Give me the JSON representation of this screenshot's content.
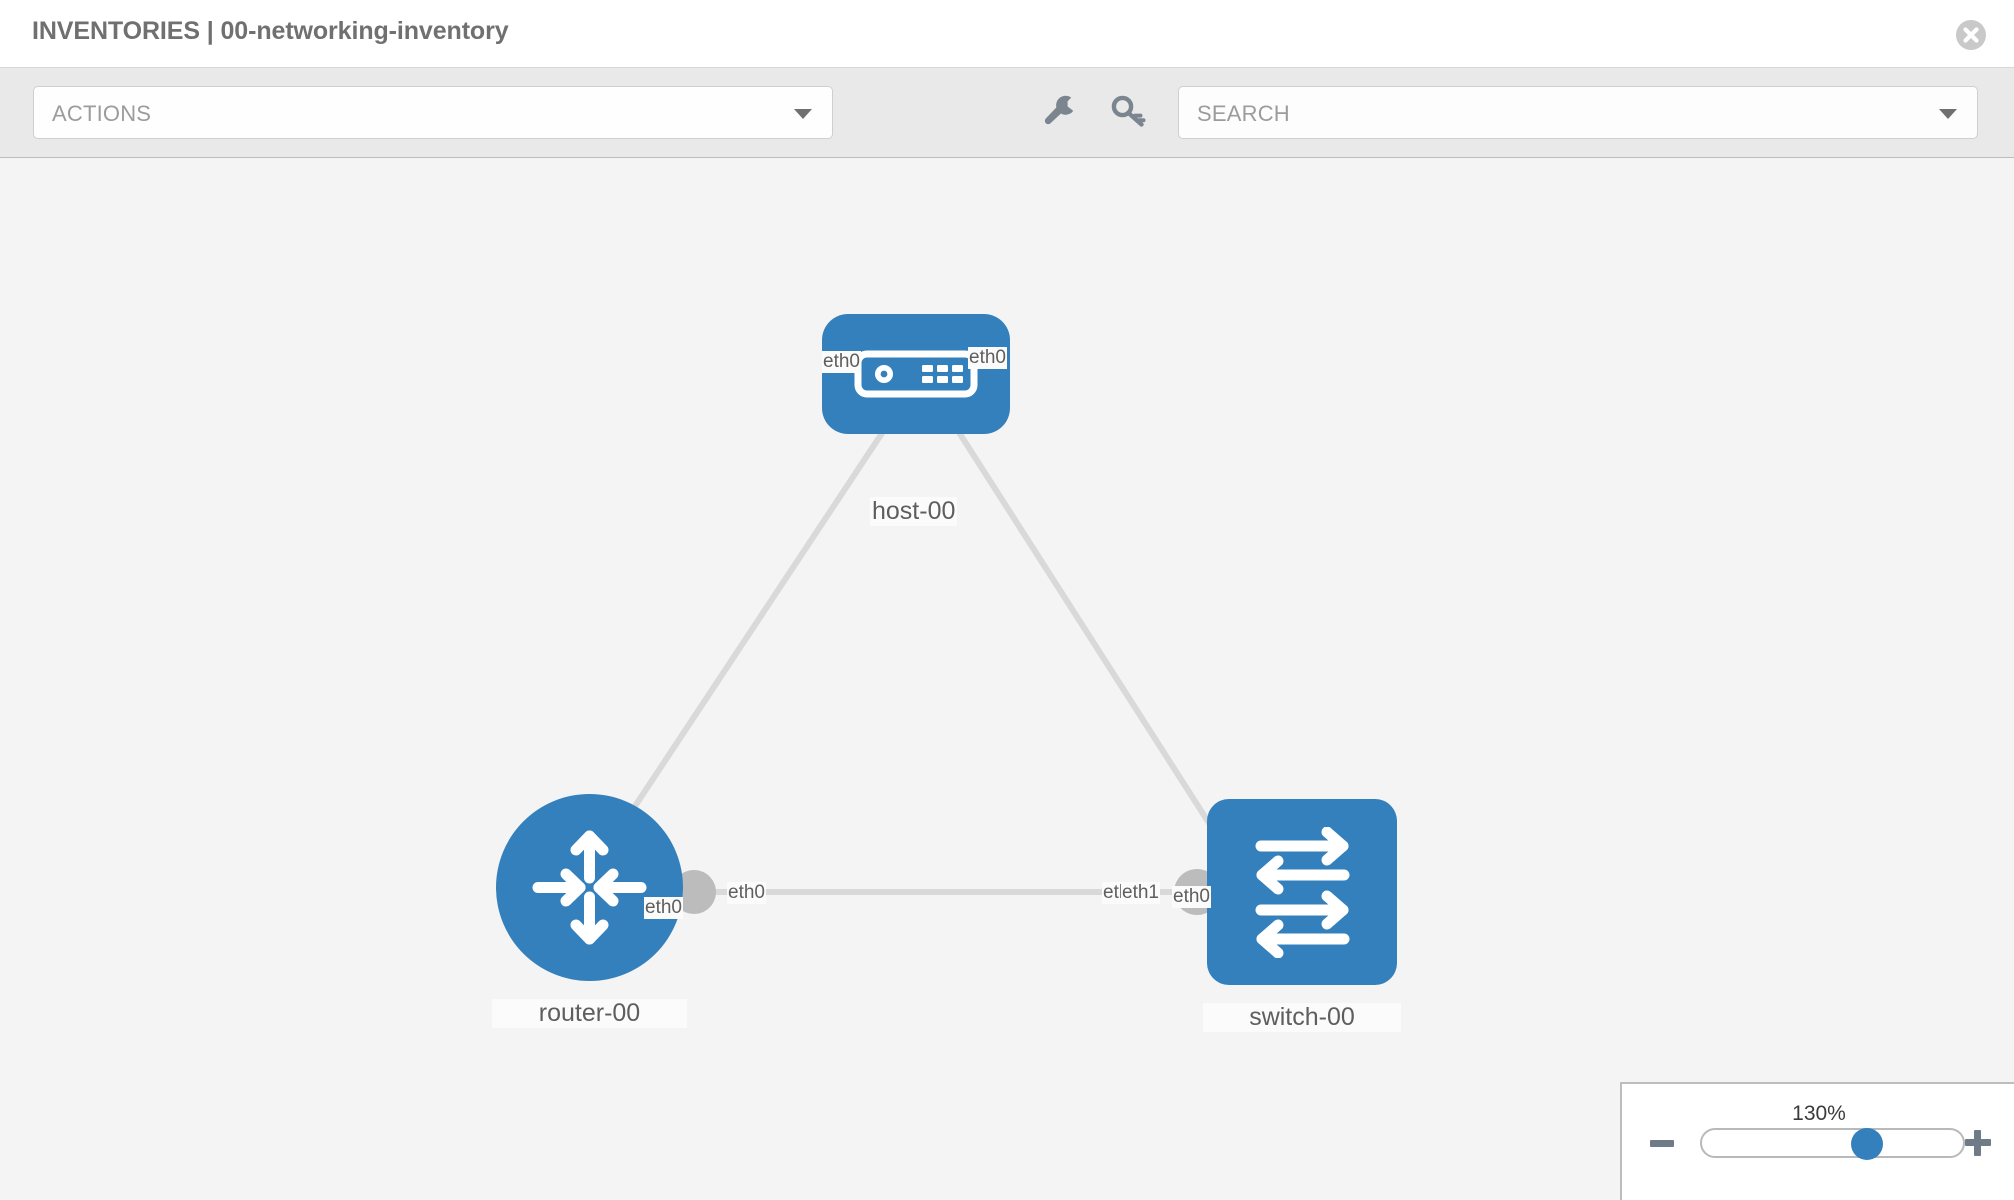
{
  "header": {
    "title": "INVENTORIES | 00-networking-inventory",
    "close_icon": "close-circle-icon"
  },
  "toolbar": {
    "actions_label": "ACTIONS",
    "actions_caret": "chevron-down-icon",
    "wrench_icon": "wrench-icon",
    "key_icon": "key-icon",
    "search_placeholder": "SEARCH",
    "search_caret": "chevron-down-icon"
  },
  "topology": {
    "nodes": [
      {
        "id": "host",
        "label": "host-00",
        "type": "host",
        "shape": "rounded-rect"
      },
      {
        "id": "router",
        "label": "router-00",
        "type": "router",
        "shape": "circle"
      },
      {
        "id": "switch",
        "label": "switch-00",
        "type": "switch",
        "shape": "rounded-sq"
      }
    ],
    "interface_labels": [
      {
        "id": "host-left",
        "text": "eth0"
      },
      {
        "id": "host-right",
        "text": "eth0"
      },
      {
        "id": "router-up",
        "text": "eth0"
      },
      {
        "id": "switch-up",
        "text": "eth0"
      },
      {
        "id": "router-right",
        "text": "eth0"
      },
      {
        "id": "switch-left-a",
        "text": "eth0"
      },
      {
        "id": "switch-left-b",
        "text": "eth1"
      }
    ],
    "links": [
      {
        "from": "host",
        "to": "router",
        "from_iface": "eth0",
        "to_iface": "eth0"
      },
      {
        "from": "host",
        "to": "switch",
        "from_iface": "eth0",
        "to_iface": "eth0"
      },
      {
        "from": "router",
        "to": "switch",
        "from_iface": "eth0",
        "to_iface": "eth1"
      }
    ]
  },
  "zoom": {
    "value": "130%",
    "minus_label": "zoom-out",
    "plus_label": "zoom-in"
  },
  "colors": {
    "node_blue": "#3480bc",
    "link_gray": "#d6d6d6",
    "connector_gray": "#bcbcbc",
    "canvas_bg": "#f4f4f4",
    "toolbar_bg": "#e9e9e9",
    "text_gray": "#5e5e5e"
  }
}
